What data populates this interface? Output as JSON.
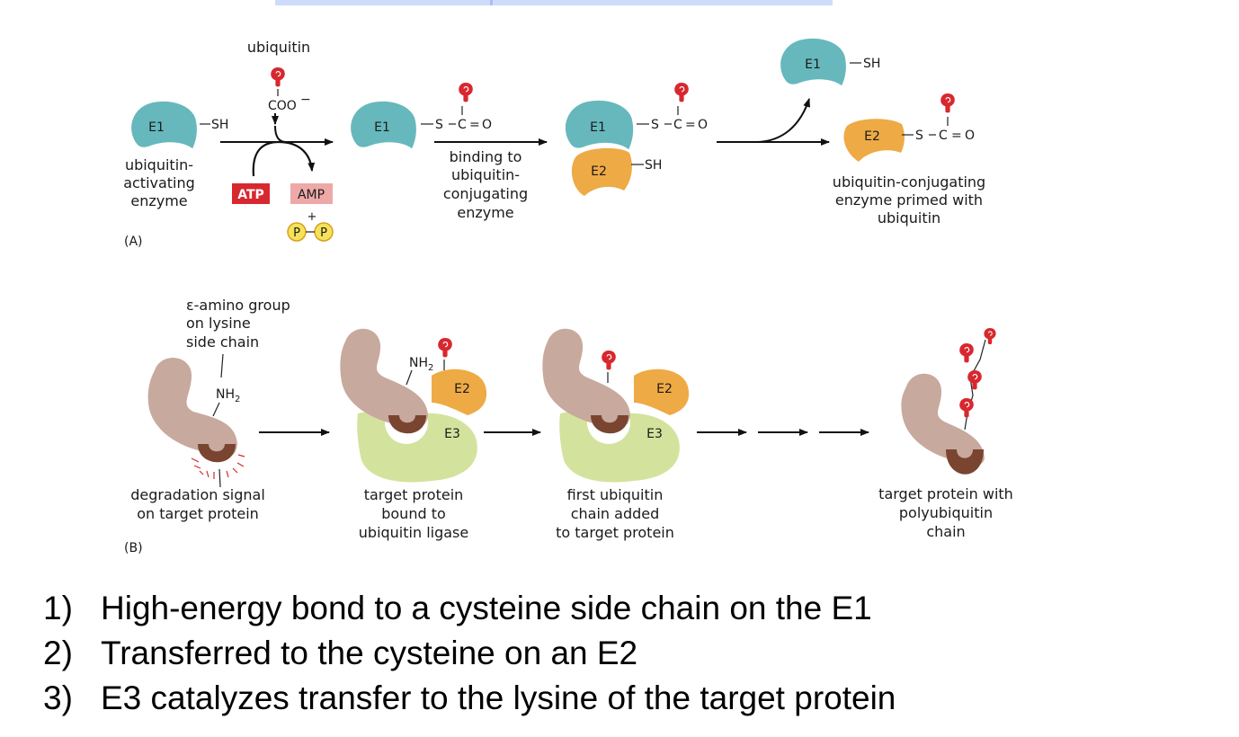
{
  "header": {
    "title_partial": ""
  },
  "colors": {
    "e1": "#66b8bd",
    "e2": "#eeaa45",
    "e3": "#d3e39d",
    "target_protein": "#c8a99d",
    "degradation_signal": "#7a4530",
    "ubiquitin": "#d8282f",
    "atp": "#d8282f",
    "amp": "#eea8a8",
    "phosphate": "#f5e25a",
    "header_band": "#cddcfa"
  },
  "panel_a": {
    "label": "(A)",
    "ubiquitin_label": "ubiquitin",
    "coo": "COO",
    "coo_charge": "−",
    "e1_label": "E1",
    "e2_label": "E2",
    "sh": "SH",
    "thioester": "S — C = O",
    "s": "S",
    "c": "C",
    "o": "O",
    "atp": "ATP",
    "amp": "AMP",
    "plus": "+",
    "p": "P",
    "e1_caption": [
      "ubiquitin-",
      "activating",
      "enzyme"
    ],
    "binding_caption": [
      "binding to",
      "ubiquitin-",
      "conjugating",
      "enzyme"
    ],
    "primed_caption": [
      "ubiquitin-conjugating",
      "enzyme primed with",
      "ubiquitin"
    ]
  },
  "panel_b": {
    "label": "(B)",
    "lysine_caption": [
      "ε-amino group",
      "on lysine",
      "side chain"
    ],
    "nh2": "NH",
    "nh2_sub": "2",
    "e2_label": "E2",
    "e3_label": "E3",
    "captions": [
      [
        "degradation signal",
        "on target protein"
      ],
      [
        "target protein",
        "bound to",
        "ubiquitin ligase"
      ],
      [
        "first ubiquitin",
        "chain added",
        "to target protein"
      ],
      [
        "target protein with",
        "polyubiquitin",
        "chain"
      ]
    ]
  },
  "steps": [
    {
      "num": "1)",
      "text": "High-energy bond to a cysteine side chain on the E1"
    },
    {
      "num": "2)",
      "text": "Transferred to the cysteine on an E2"
    },
    {
      "num": "3)",
      "text": "E3 catalyzes transfer to the lysine of the target protein"
    }
  ]
}
